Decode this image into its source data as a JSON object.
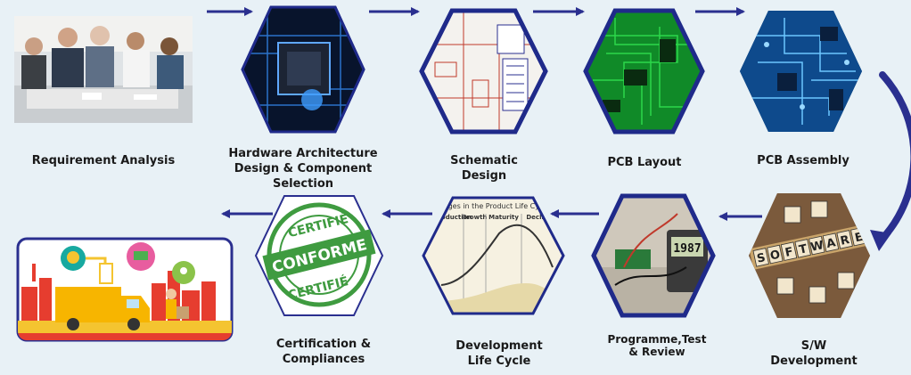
{
  "colors": {
    "background": "#e8f1f6",
    "arrow": "#2a2f8f",
    "hex_border": "#1f2a8a",
    "label_text": "#1a1a1a"
  },
  "steps": [
    {
      "label_lines": [
        "Requirement Analysis"
      ],
      "image": "business-meeting-photo"
    },
    {
      "label_lines": [
        "Hardware Architecture",
        "Design & Component",
        "Selection"
      ],
      "image": "processor-chip-photo"
    },
    {
      "label_lines": [
        "Schematic",
        "Design"
      ],
      "image": "schematic-drawing"
    },
    {
      "label_lines": [
        "PCB Layout"
      ],
      "image": "green-pcb-layout"
    },
    {
      "label_lines": [
        "PCB Assembly"
      ],
      "image": "blue-circuit-board"
    },
    {
      "label_lines": [
        "S/W",
        "Development"
      ],
      "image": "software-letter-tiles"
    },
    {
      "label_lines": [
        "Programme,Test",
        "& Review"
      ],
      "image": "multimeter-testing-photo"
    },
    {
      "label_lines": [
        "Development",
        "Life Cycle"
      ],
      "image": "product-life-cycle-graph"
    },
    {
      "label_lines": [
        "Certification &",
        "Compliances"
      ],
      "image": "conforme-certifie-stamp"
    },
    {
      "label_lines": [],
      "image": "delivery-truck-illustration"
    }
  ],
  "stamp_text": {
    "top": "CERTIFIÉ",
    "center": "CONFORME",
    "bottom": "CERTIFIÉ"
  },
  "tiles_text": [
    "S",
    "O",
    "F",
    "T",
    "W",
    "A",
    "R",
    "E"
  ],
  "multimeter_reading": "1987",
  "lifecycle_chart": {
    "title": "Stages in the Product Life Cycle",
    "stages": [
      "Introduction",
      "Growth",
      "Maturity",
      "Decline"
    ]
  }
}
